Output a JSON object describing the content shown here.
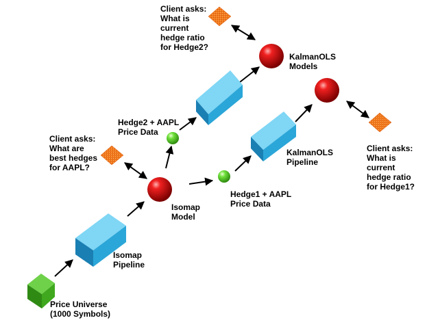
{
  "nodes": {
    "price_universe": {
      "lines": [
        "Price Universe",
        "(1000 Symbols)"
      ],
      "color": "#3a9a1e"
    },
    "isomap_pipeline": {
      "lines": [
        "Isomap",
        "Pipeline"
      ],
      "color": "#2ba6d8"
    },
    "isomap_model": {
      "lines": [
        "Isomap",
        "Model"
      ],
      "color": "#d61010"
    },
    "hedge2_price": {
      "lines": [
        "Hedge2 + AAPL",
        "Price Data"
      ],
      "color": "#6ee03a"
    },
    "hedge1_price": {
      "lines": [
        "Hedge1 + AAPL",
        "Price Data"
      ],
      "color": "#6ee03a"
    },
    "kalman_pipeline": {
      "lines": [
        "KalmanOLS",
        "Pipeline"
      ],
      "color": "#2ba6d8"
    },
    "kalman_models": {
      "lines": [
        "KalmanOLS",
        "Models"
      ],
      "color": "#d61010"
    },
    "client_best_hedges": {
      "lines": [
        "Client asks:",
        "What are",
        "best hedges",
        "for AAPL?"
      ],
      "color": "#f07a1e"
    },
    "client_hedge2": {
      "lines": [
        "Client asks:",
        "What is",
        "current",
        "hedge ratio",
        "for Hedge2?"
      ],
      "color": "#f07a1e"
    },
    "client_hedge1": {
      "lines": [
        "Client asks:",
        "What is",
        "current",
        "hedge ratio",
        "for Hedge1?"
      ],
      "color": "#f07a1e"
    }
  },
  "icons": {
    "cube": "green-cube",
    "pipeline": "blue-box",
    "model": "red-sphere",
    "data": "green-small-sphere",
    "client": "orange-diamond"
  }
}
